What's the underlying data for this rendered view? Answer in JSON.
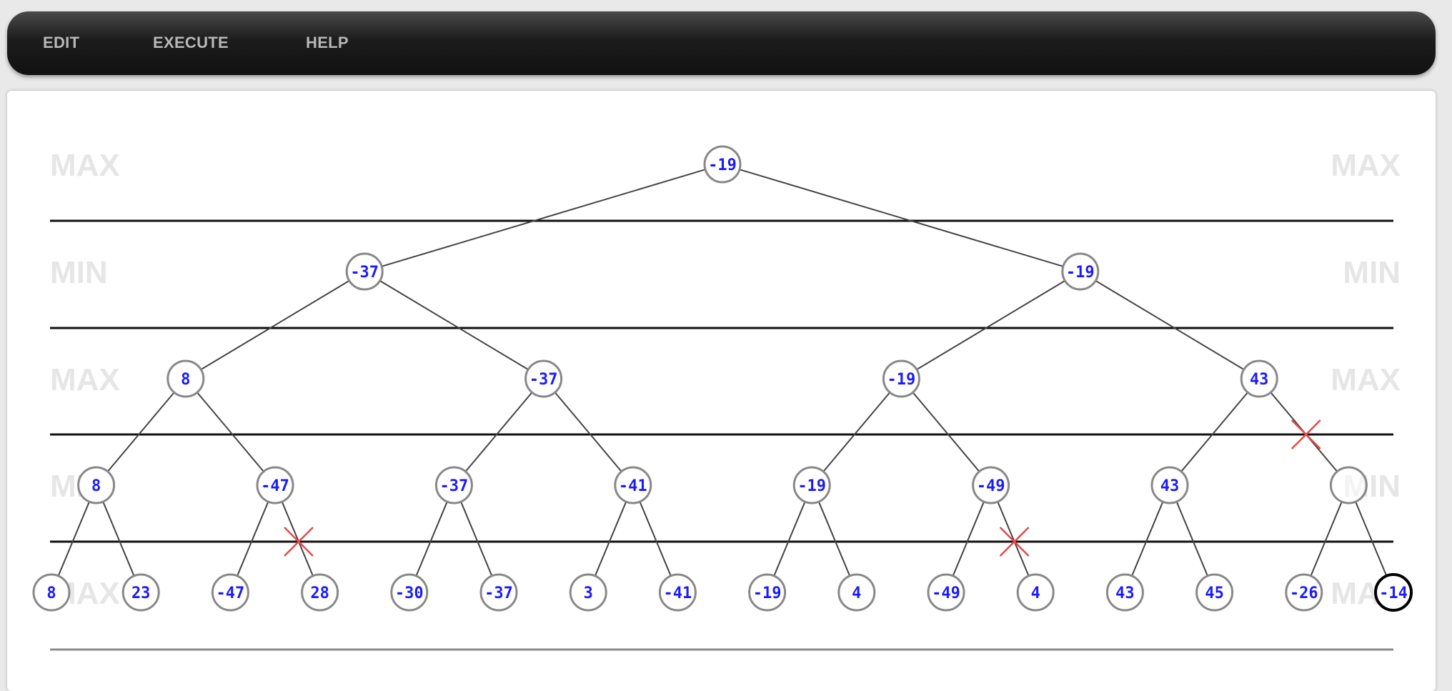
{
  "menu": {
    "edit": "EDIT",
    "execute": "EXECUTE",
    "help": "HELP"
  },
  "tree": {
    "level_labels": [
      "MAX",
      "MIN",
      "MAX",
      "MIN",
      "MAX"
    ],
    "leaves": [
      "8",
      "23",
      "-47",
      "28",
      "-30",
      "-37",
      "3",
      "-41",
      "-19",
      "4",
      "-49",
      "4",
      "43",
      "45",
      "-26",
      "-14"
    ],
    "level3": [
      "8",
      "-47",
      "-37",
      "-41",
      "-19",
      "-49",
      "43",
      ""
    ],
    "level2": [
      "8",
      "-37",
      "-19",
      "43"
    ],
    "level1": [
      "-37",
      "-19"
    ],
    "root": "-19",
    "pruned_edges": [
      {
        "parent_level": 3,
        "parent_index": 1,
        "child_index": 1
      },
      {
        "parent_level": 3,
        "parent_index": 5,
        "child_index": 1
      },
      {
        "parent_level": 2,
        "parent_index": 3,
        "child_index": 1
      }
    ],
    "highlighted_leaf": 15,
    "colors": {
      "value": "#1a1aff",
      "prune": "#e34a4a",
      "edge": "#444444",
      "node_border": "#888888"
    }
  }
}
